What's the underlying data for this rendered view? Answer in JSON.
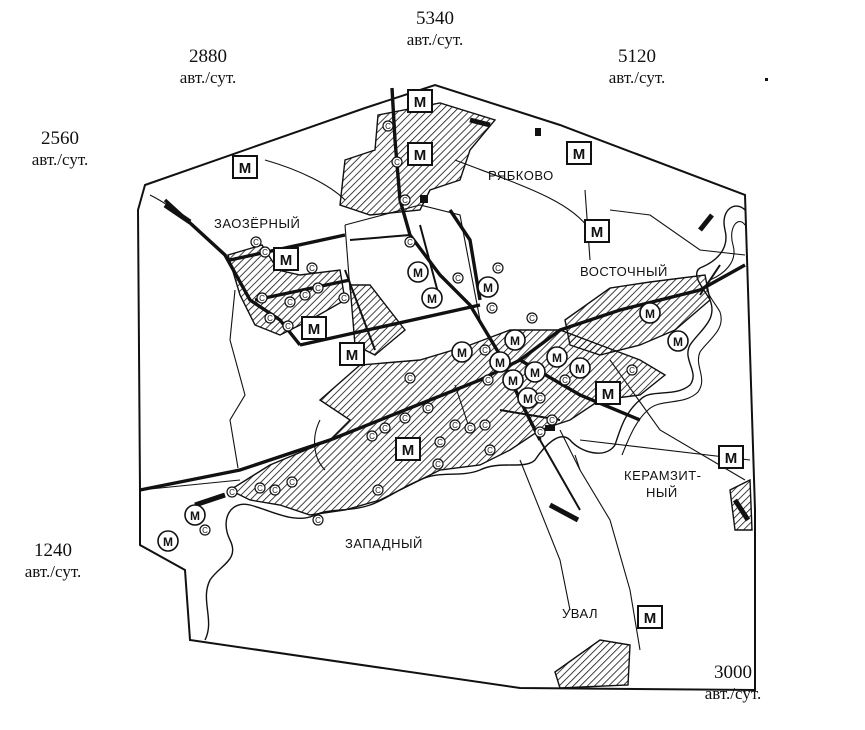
{
  "traffic_flows": [
    {
      "id": "north",
      "value": "5340",
      "unit": "авт./сут."
    },
    {
      "id": "north-west",
      "value": "2880",
      "unit": "авт./сут."
    },
    {
      "id": "north-east",
      "value": "5120",
      "unit": "авт./сут."
    },
    {
      "id": "west",
      "value": "2560",
      "unit": "авт./сут."
    },
    {
      "id": "south-west",
      "value": "1240",
      "unit": "авт./сут."
    },
    {
      "id": "south-east",
      "value": "3000",
      "unit": "авт./сут."
    }
  ],
  "districts": {
    "ryabkovo": "РЯБКОВО",
    "zaozerny": "ЗАОЗЁРНЫЙ",
    "vostochny": "ВОСТОЧНЫЙ",
    "keramzit_1": "КЕРАМЗИТ-",
    "keramzit_2": "НЫЙ",
    "zapadny": "ЗАПАДНЫЙ",
    "uval": "УВАЛ"
  },
  "legend_symbols": {
    "square_marker": "М",
    "circle_marker": "М",
    "small_marker": "С"
  },
  "colors": {
    "ink": "#111111",
    "paper": "#ffffff"
  }
}
